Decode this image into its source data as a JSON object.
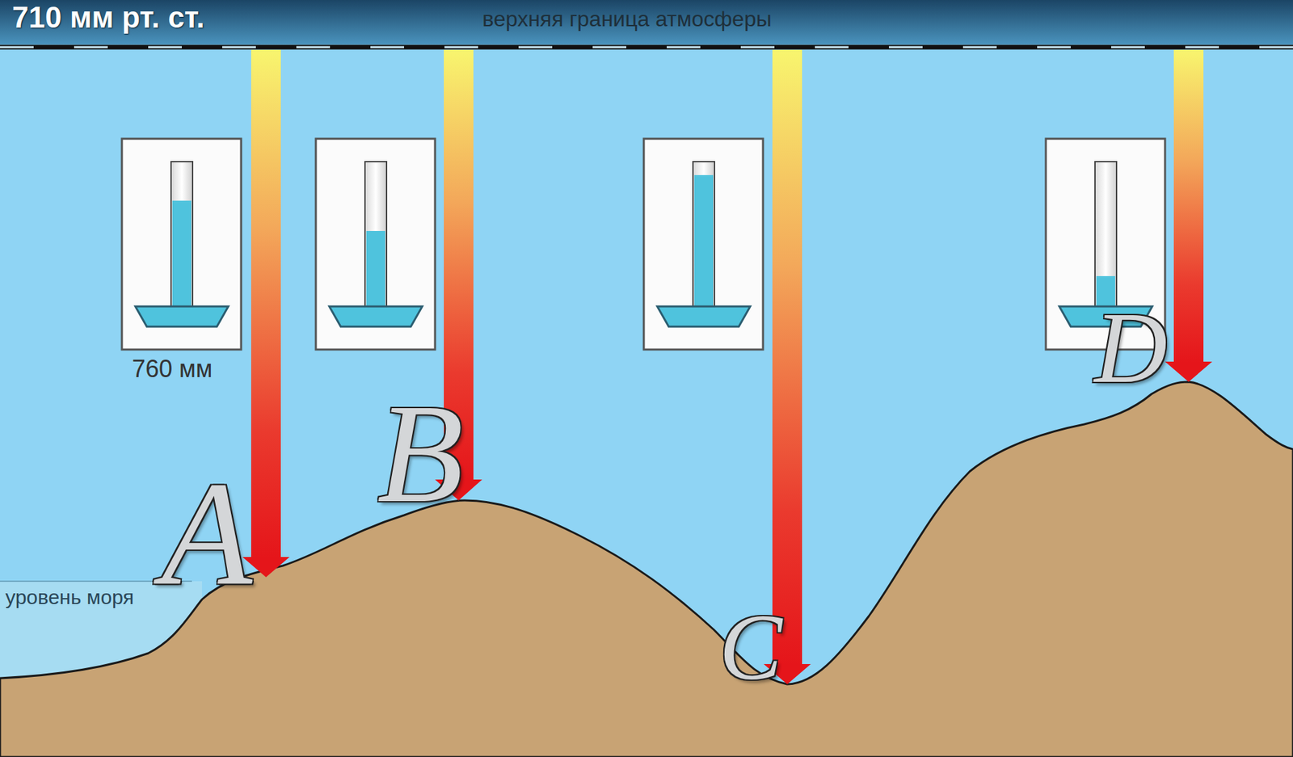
{
  "diagram": {
    "labels": [
      "710 мм рт. ст.",
      "верхняя граница атмосферы",
      "760 мм",
      "уровень моря",
      "A",
      "B",
      "C",
      "D"
    ]
  }
}
